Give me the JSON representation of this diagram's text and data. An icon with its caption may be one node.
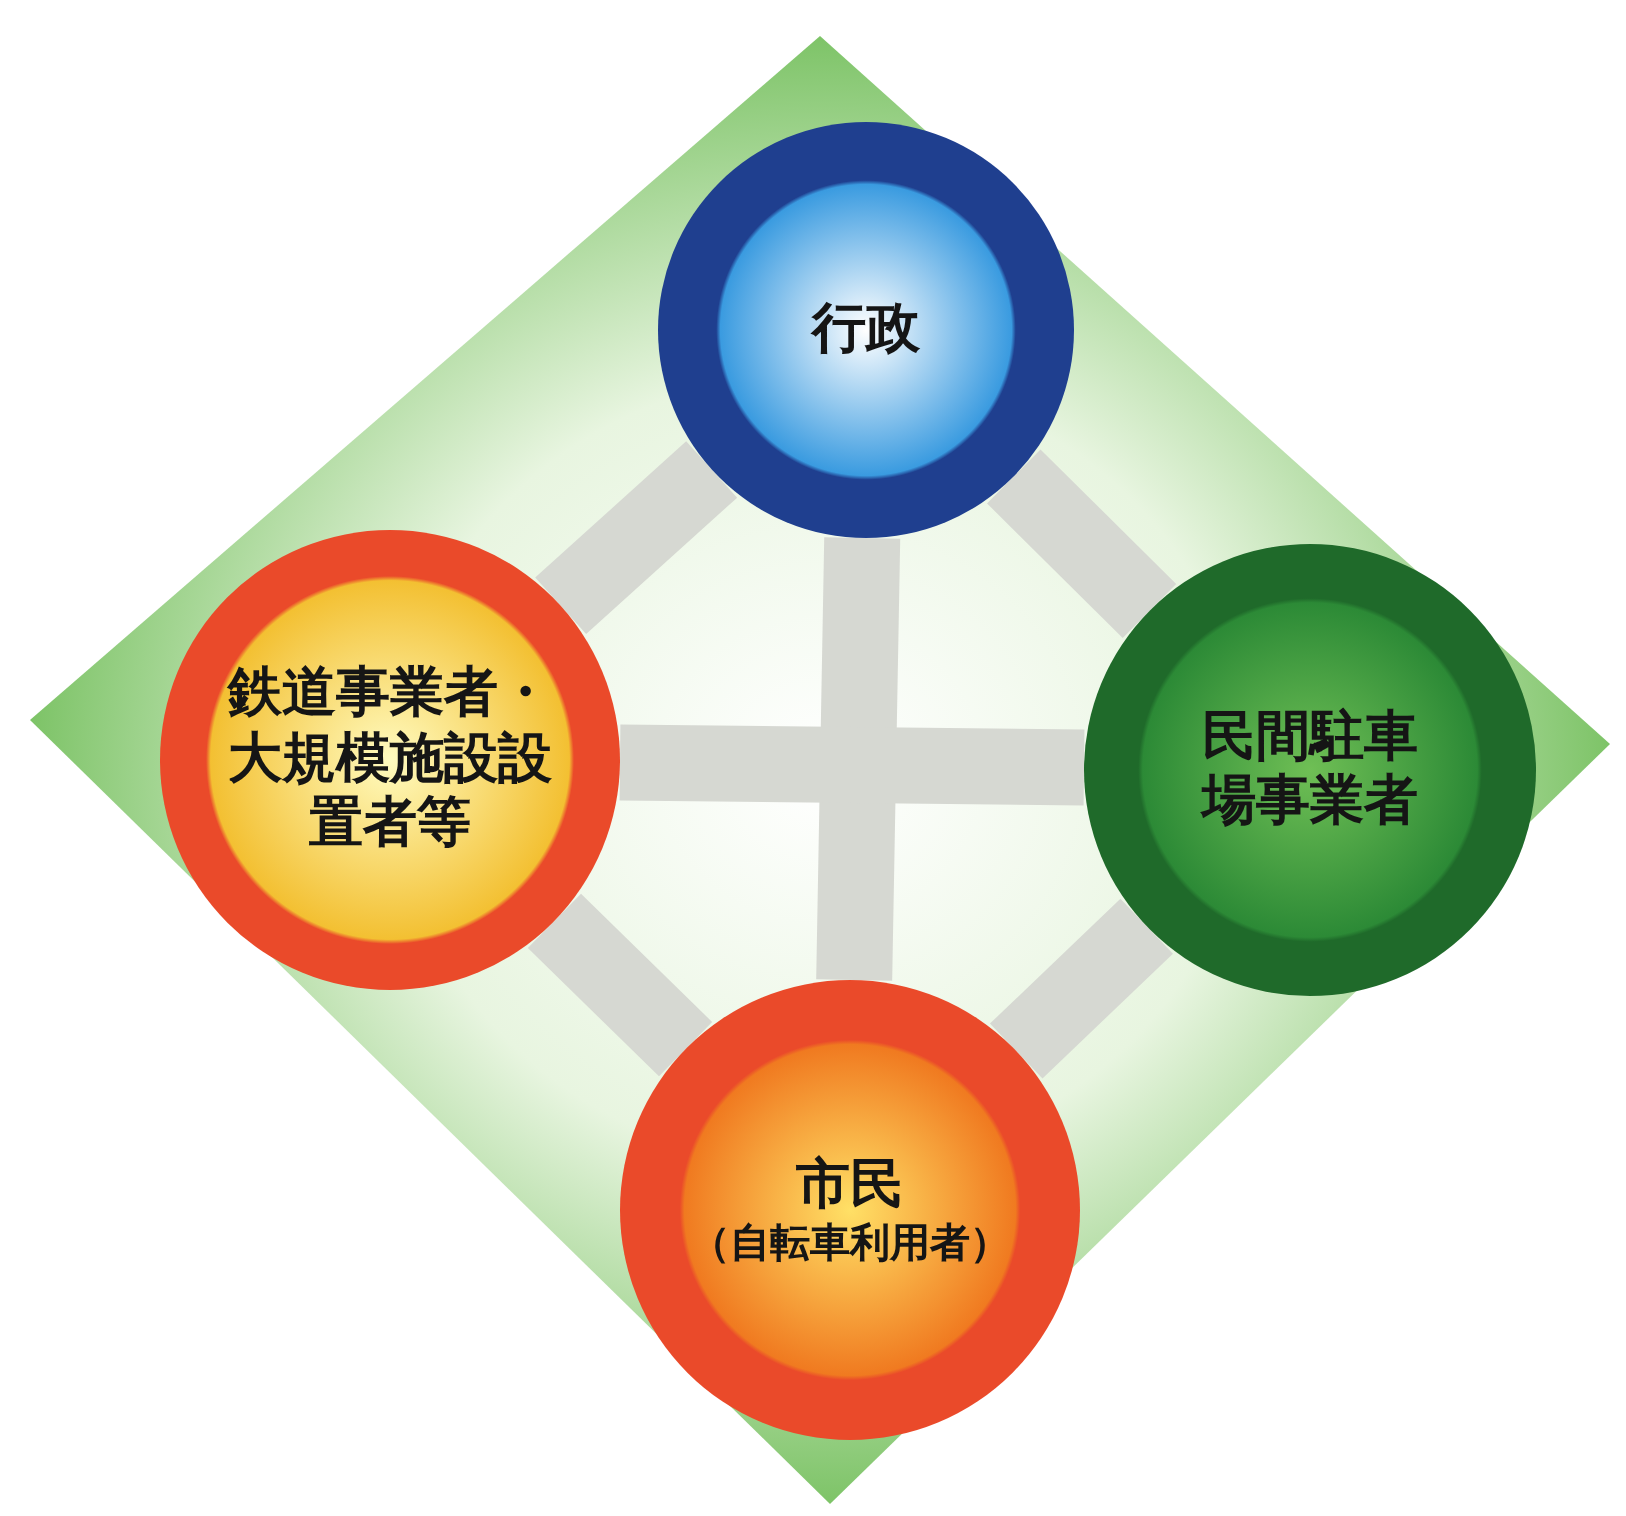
{
  "diagram": {
    "nodes": [
      {
        "text": [
          "行政"
        ]
      },
      {
        "text": [
          "鉄道事業者・大規模施設設置者等"
        ]
      },
      {
        "text": [
          "民間駐車場事業者"
        ]
      },
      {
        "text": [
          "市民",
          "（自転車利用者）"
        ]
      }
    ],
    "edges": [
      {
        "from": 0,
        "to": 1,
        "arrow": "none"
      },
      {
        "from": 0,
        "to": 2,
        "arrow": "none"
      },
      {
        "from": 0,
        "to": 3,
        "arrow": "none"
      },
      {
        "from": 1,
        "to": 2,
        "arrow": "none"
      },
      {
        "from": 1,
        "to": 3,
        "arrow": "none"
      },
      {
        "from": 2,
        "to": 3,
        "arrow": "none"
      }
    ]
  }
}
